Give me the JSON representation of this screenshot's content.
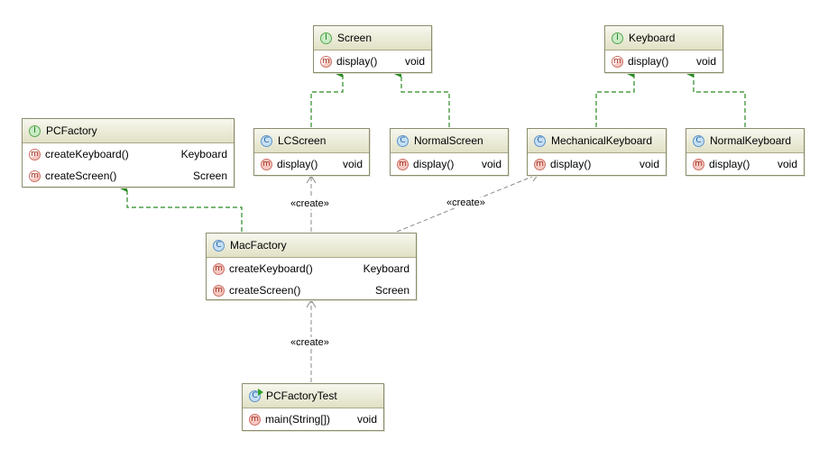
{
  "nodes": {
    "screen": {
      "stereotype": "I",
      "name": "Screen",
      "methods": [
        {
          "name": "display()",
          "type": "void"
        }
      ]
    },
    "keyboard": {
      "stereotype": "I",
      "name": "Keyboard",
      "methods": [
        {
          "name": "display()",
          "type": "void"
        }
      ]
    },
    "pcfactory": {
      "stereotype": "I",
      "name": "PCFactory",
      "methods": [
        {
          "name": "createKeyboard()",
          "type": "Keyboard"
        },
        {
          "name": "createScreen()",
          "type": "Screen"
        }
      ]
    },
    "lcscreen": {
      "stereotype": "C",
      "name": "LCScreen",
      "methods": [
        {
          "name": "display()",
          "type": "void"
        }
      ]
    },
    "normalscreen": {
      "stereotype": "C",
      "name": "NormalScreen",
      "methods": [
        {
          "name": "display()",
          "type": "void"
        }
      ]
    },
    "mechanicalkeyboard": {
      "stereotype": "C",
      "name": "MechanicalKeyboard",
      "methods": [
        {
          "name": "display()",
          "type": "void"
        }
      ]
    },
    "normalkeyboard": {
      "stereotype": "C",
      "name": "NormalKeyboard",
      "methods": [
        {
          "name": "display()",
          "type": "void"
        }
      ]
    },
    "macfactory": {
      "stereotype": "C",
      "name": "MacFactory",
      "methods": [
        {
          "name": "createKeyboard()",
          "type": "Keyboard"
        },
        {
          "name": "createScreen()",
          "type": "Screen"
        }
      ]
    },
    "pcfactorytest": {
      "stereotype": "C",
      "name": "PCFactoryTest",
      "methods": [
        {
          "name": "main(String[])",
          "type": "void"
        }
      ]
    }
  },
  "method_badge": "m",
  "edge_labels": {
    "mac_to_lcscreen": "«create»",
    "mac_to_mechanical": "«create»",
    "test_to_mac": "«create»"
  },
  "colors": {
    "realization": "#2b8a22",
    "dependency": "#8a8a8a",
    "header_top": "#f7f7ee",
    "header_bottom": "#e1e1c6",
    "border": "#8c8c6e"
  }
}
